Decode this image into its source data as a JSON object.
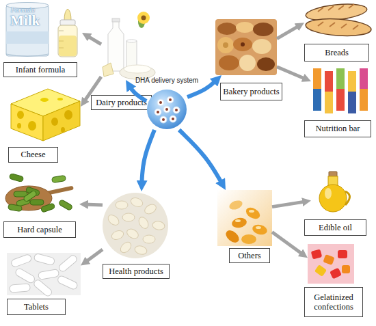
{
  "diagram": {
    "nodes": [
      {
        "text": [
          "Infant formula"
        ]
      },
      {
        "text": [
          "Cheese"
        ]
      },
      {
        "text": [
          "Dairy products"
        ]
      },
      {
        "text": [
          "DHA delivery system"
        ]
      },
      {
        "text": [
          "Bakery products"
        ]
      },
      {
        "text": [
          "Breads"
        ]
      },
      {
        "text": [
          "Nutrition bar"
        ]
      },
      {
        "text": [
          "Hard capsule"
        ]
      },
      {
        "text": [
          "Tablets"
        ]
      },
      {
        "text": [
          "Health products"
        ]
      },
      {
        "text": [
          "Others"
        ]
      },
      {
        "text": [
          "Edible oil"
        ]
      },
      {
        "text": [
          "Gelatinized confections"
        ]
      }
    ],
    "edges": [
      {
        "from": 3,
        "to": 2,
        "arrow": "to"
      },
      {
        "from": 3,
        "to": 4,
        "arrow": "to"
      },
      {
        "from": 3,
        "to": 9,
        "arrow": "to"
      },
      {
        "from": 3,
        "to": 10,
        "arrow": "to"
      },
      {
        "from": 2,
        "to": 0,
        "arrow": "to"
      },
      {
        "from": 2,
        "to": 1,
        "arrow": "to"
      },
      {
        "from": 4,
        "to": 5,
        "arrow": "to"
      },
      {
        "from": 4,
        "to": 6,
        "arrow": "to"
      },
      {
        "from": 9,
        "to": 7,
        "arrow": "to"
      },
      {
        "from": 9,
        "to": 8,
        "arrow": "to"
      },
      {
        "from": 10,
        "to": 11,
        "arrow": "to"
      },
      {
        "from": 10,
        "to": 12,
        "arrow": "to"
      }
    ],
    "labels": [
      "Formula",
      "Milk"
    ]
  }
}
